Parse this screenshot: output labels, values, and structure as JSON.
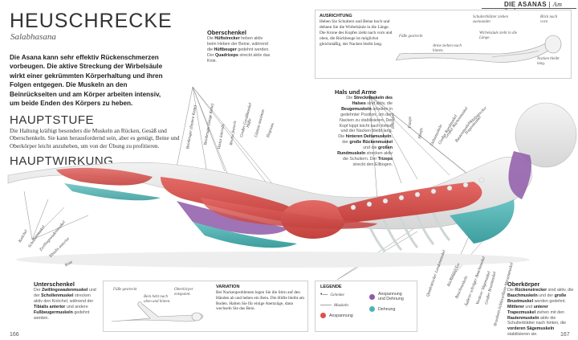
{
  "header": {
    "section": "DIE ASANAS",
    "subsection": "Am Boden"
  },
  "title": "HEUSCHRECKE",
  "subtitle": "Salabhasana",
  "intro": "Die Asana kann sehr effektiv Rückenschmerzen vorbeugen. Die aktive Streckung der Wirbelsäule wirkt einer gekrümmten Körperhaltung und ihren Folgen entgegen. Die Muskeln an den Beinrückseiten und am Körper arbeiten intensiv, um beide Enden des Körpers zu heben.",
  "main_heading": "HAUPTSTUFE",
  "main_text": "Die Haltung kräftigt besonders die Muskeln an Rücken, Gesäß und Oberschenkeln. Sie kann herausfordernd sein, aber es genügt, Beine und Oberkörper leicht anzuheben, um von der Übung zu profitieren.",
  "effect_heading": "HAUPTWIRKUNG",
  "oberschenkel": {
    "title": "Oberschenkel",
    "text_parts": [
      "Die ",
      "Hüftstrecker",
      " heben aktiv beim Heben der Beine, während die ",
      "Hüftbeuger",
      " gedehnt werden. Der ",
      "Quadrizeps",
      " streckt aktiv das Knie."
    ]
  },
  "ausrichtung": {
    "title": "AUSRICHTUNG",
    "text": "Heben Sie Schultern und Beine hoch und dehnen Sie die Wirbelsäule in die Länge. Die Krone des Kopfes zieht nach vorn und oben, die Rückbeuge ist möglichst gleichmäßig, der Nacken bleibt lang.",
    "labels": {
      "feet": "Füße gestreckt",
      "shoulders": "Schulterblätter ziehen zueinander.",
      "gaze": "Blick nach vorn",
      "spine": "Wirbelsäule zieht in die Länge.",
      "arms": "Arme ziehen nach hinten.",
      "neck": "Nacken bleibt lang."
    }
  },
  "hals": {
    "title": "Hals und Arme",
    "text_parts": [
      "Die ",
      "Streckmuskeln des Halses",
      " sind aktiv, die ",
      "Beugemuskeln",
      " arbeiten in gedehnter Position, um den Nacken zu stabilisieren. Der Kopf kippt leicht nach hinten und der Nacken bleibt lang. Die ",
      "hinteren Deltamuskeln",
      ", der ",
      "große Rückenmuskel",
      " und die ",
      "großen Rundmuskeln",
      " strecken aktiv die Schultern. Der ",
      "Trizeps",
      " streckt den Ellbogen."
    ]
  },
  "unterschenkel": {
    "title": "Unterschenkel",
    "text_parts": [
      "Der ",
      "Zwillingswadenmuskel",
      " und der ",
      "Schollenmuskel",
      " strecken aktiv den Knöchel, während der ",
      "Tibialis anterior",
      " und andere ",
      "Fußbeugermuskeln",
      " gedehnt werden."
    ]
  },
  "variation": {
    "title": "VARIATION",
    "text": "Bei Nackenproblemen legen Sie die Stirn auf den Händen ab und heben ein Bein. Die Hüfte bleibt am Boden. Halten Sie für einige Atemzüge, dann wechseln Sie das Bein.",
    "labels": {
      "feet": "Füße gestreckt",
      "leg": "Bein hebt nach oben und hinten.",
      "upper": "Oberkörper entspannt."
    }
  },
  "legend": {
    "title": "LEGENDE",
    "items": [
      {
        "name": "joints",
        "label": "Gelenke",
        "color": "#333333"
      },
      {
        "name": "muscles",
        "label": "Muskeln",
        "color": "#333333"
      },
      {
        "name": "tension",
        "label": "Anspannung",
        "color": "#d9534f"
      },
      {
        "name": "tension-stretch",
        "label": "Anspannung und Dehnung",
        "color": "#8e5aa8"
      },
      {
        "name": "stretch",
        "label": "Dehnung",
        "color": "#4fb3b3"
      }
    ]
  },
  "oberkoerper": {
    "title": "Oberkörper",
    "text_parts": [
      "Die ",
      "Rückenstrecker",
      " sind aktiv, die ",
      "Bauchmuskeln",
      " und der ",
      "große Brustmuskel",
      " werden gedehnt. ",
      "Mittlerer",
      " und ",
      "unterer Trapezmuskel",
      " ziehen mit den ",
      "Rautenmuskeln",
      " aktiv die Schulterblätter nach hinten, die ",
      "vorderen Sägemuskeln",
      " stabilisieren sie."
    ]
  },
  "muscle_labels_leg": [
    "Knöchel",
    "Schollenmuskel",
    "Zwillingswadenmuskel",
    "Tibialis anterior",
    "Knie"
  ],
  "muscle_labels_thigh": [
    "Beinbeuger (hintere Kette)",
    "Beinbeuger (lange Kette)",
    "Vastus lateralis",
    "Rectus femoris",
    "Großer Gesäßmuskel",
    "Hüfte",
    "Gluteus maximus",
    "Iliopsoas"
  ],
  "muscle_labels_upper": [
    "Ellbogen",
    "Trizeps",
    "Bizeps",
    "Deltamuskeln",
    "Großer Rundmuskel",
    "Großer Rückenmuskel",
    "Rautenmuskeln",
    "Trapezmuskel",
    "Halsstrecker"
  ],
  "muscle_labels_torso": [
    "Quadratischer Lendenmuskel",
    "Rückenstrecker",
    "Bauchmuskeln",
    "Äußerer schräger Bauchmuskel",
    "Vorderer Sägemuskel",
    "Großer Brustmuskel",
    "Brustbein-Schlüsselbein-Warzenmuskel"
  ],
  "page_left": "166",
  "page_right": "167",
  "colors": {
    "tension": "#d9534f",
    "stretch": "#4fb3b3",
    "tension_stretch": "#8e5aa8",
    "bone": "#eef0f0"
  }
}
